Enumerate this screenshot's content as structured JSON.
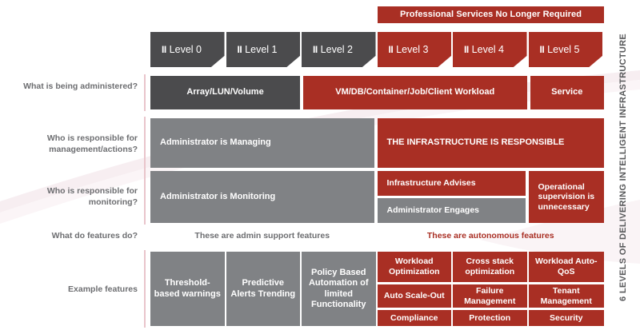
{
  "side_title": "6 LEVELS OF DELIVERING INTELLIGENT INFRASTRUCTURE",
  "colors": {
    "dark_gray": "#4b4b4d",
    "medium_gray": "#808285",
    "red": "#a92f24",
    "label_gray": "#6d6e71",
    "divider_pink": "#e9c5cb",
    "background": "#ffffff"
  },
  "banner": {
    "label": "Professional Services No Longer Required",
    "spans_levels": [
      "Level 3",
      "Level 4",
      "Level 5"
    ]
  },
  "levels": [
    {
      "bars": "II",
      "label": "Level 0",
      "tone": "dark"
    },
    {
      "bars": "II",
      "label": "Level 1",
      "tone": "dark"
    },
    {
      "bars": "II",
      "label": "Level 2",
      "tone": "dark"
    },
    {
      "bars": "II",
      "label": "Level 3",
      "tone": "red"
    },
    {
      "bars": "II",
      "label": "Level 4",
      "tone": "red"
    },
    {
      "bars": "II",
      "label": "Level 5",
      "tone": "red"
    }
  ],
  "rows": {
    "administered": {
      "label": "What is being administered?",
      "cells": [
        {
          "text": "Array/LUN/Volume",
          "tone": "dark",
          "span": 2
        },
        {
          "text": "VM/DB/Container/Job/Client Workload",
          "tone": "red",
          "span": 3
        },
        {
          "text": "Service",
          "tone": "red",
          "span": 1
        }
      ]
    },
    "management": {
      "label": "Who is responsible for management/actions?",
      "cells": [
        {
          "text": "Administrator is Managing",
          "tone": "gray",
          "span": 3
        },
        {
          "text": "THE INFRASTRUCTURE IS RESPONSIBLE",
          "tone": "red",
          "span": 3
        }
      ]
    },
    "monitoring": {
      "label": "Who is responsible for monitoring?",
      "cells": [
        {
          "text": "Administrator is Monitoring",
          "tone": "gray",
          "span": 3
        },
        {
          "text": "Infrastructure Advises",
          "tone": "red",
          "span": 2,
          "position": "top"
        },
        {
          "text": "Administrator Engages",
          "tone": "gray",
          "span": 2,
          "position": "bottom"
        },
        {
          "text": "Operational supervision is unnecessary",
          "tone": "red",
          "span": 1
        }
      ]
    },
    "features_do": {
      "label": "What do features do?",
      "captions": [
        {
          "text": "These are admin support features",
          "tone": "gray"
        },
        {
          "text": "These are autonomous features",
          "tone": "red"
        }
      ]
    },
    "example_features": {
      "label": "Example features",
      "columns": [
        {
          "tone": "gray",
          "items": [
            "Threshold-based warnings"
          ]
        },
        {
          "tone": "gray",
          "items": [
            "Predictive Alerts Trending"
          ]
        },
        {
          "tone": "gray",
          "items": [
            "Policy Based Automation of limited Functionality"
          ]
        },
        {
          "tone": "red",
          "items": [
            "Workload Optimization",
            "Auto Scale-Out",
            "Compliance"
          ]
        },
        {
          "tone": "red",
          "items": [
            "Cross stack optimization",
            "Failure Management",
            "Protection"
          ]
        },
        {
          "tone": "red",
          "items": [
            "Workload Auto-QoS",
            "Tenant Management",
            "Security"
          ]
        }
      ]
    }
  }
}
